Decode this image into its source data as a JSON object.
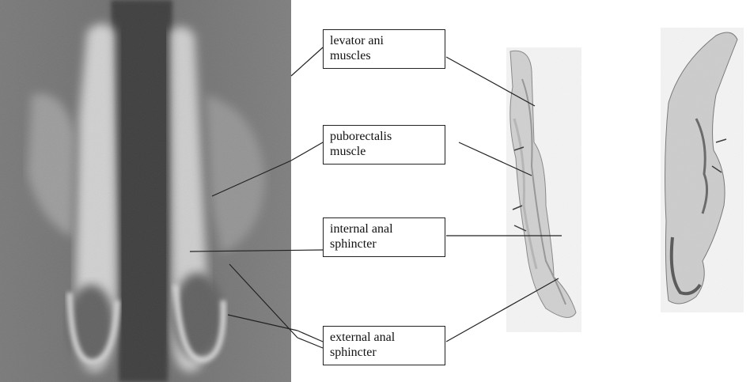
{
  "labels": {
    "levator": {
      "line1": "levator ani",
      "line2": "muscles"
    },
    "puborectalis": {
      "line1": "puborectalis",
      "line2": "muscle"
    },
    "internal": {
      "line1": "internal anal",
      "line2": "sphincter"
    },
    "external": {
      "line1": "external anal",
      "line2": "sphincter"
    }
  }
}
